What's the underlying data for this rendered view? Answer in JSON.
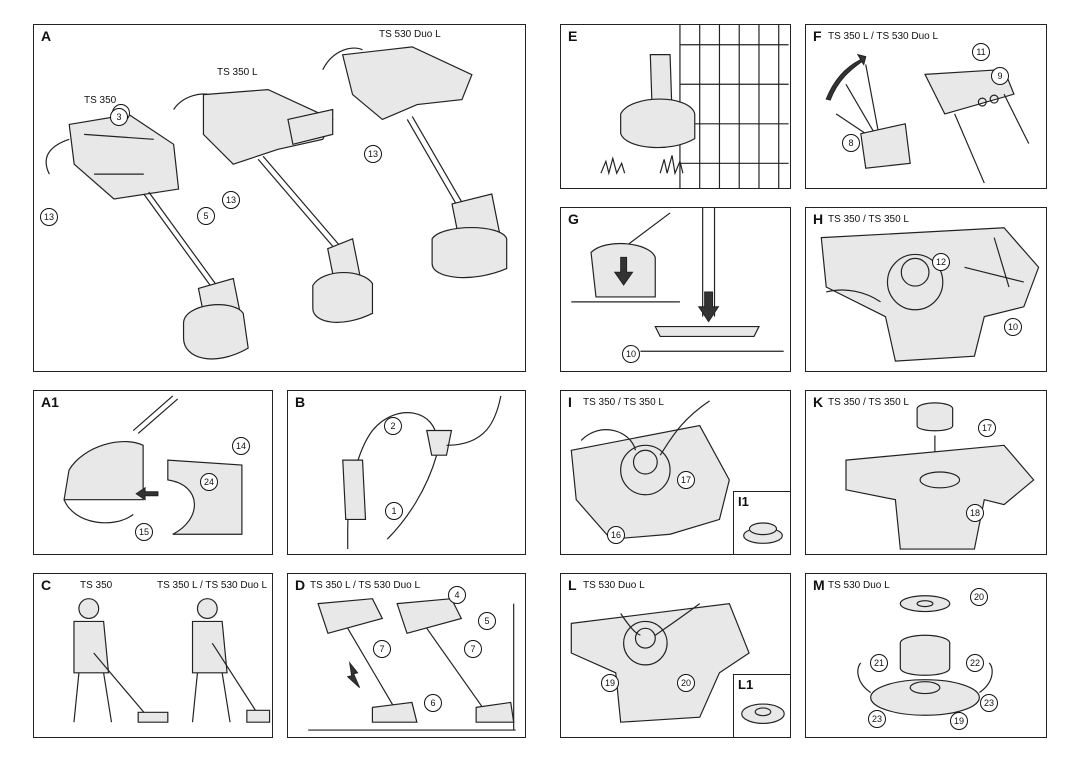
{
  "panels": {
    "A": {
      "letter": "A",
      "models": [
        "TS 350",
        "TS 350 L",
        "TS 530 Duo L"
      ],
      "callouts": [
        "4",
        "3",
        "13",
        "5",
        "13",
        "13"
      ]
    },
    "A1": {
      "letter": "A1",
      "callouts": [
        "14",
        "24",
        "15"
      ]
    },
    "B": {
      "letter": "B",
      "callouts": [
        "2",
        "1"
      ]
    },
    "C": {
      "letter": "C",
      "models": [
        "TS 350",
        "TS 350 L / TS 530 Duo L"
      ]
    },
    "D": {
      "letter": "D",
      "model": "TS 350 L / TS 530 Duo L",
      "callouts": [
        "4",
        "5",
        "7",
        "7",
        "6"
      ]
    },
    "E": {
      "letter": "E"
    },
    "F": {
      "letter": "F",
      "model": "TS 350 L / TS 530 Duo L",
      "callouts": [
        "11",
        "9",
        "8"
      ]
    },
    "G": {
      "letter": "G",
      "callouts": [
        "10"
      ]
    },
    "H": {
      "letter": "H",
      "model": "TS 350 / TS 350 L",
      "callouts": [
        "12",
        "10"
      ]
    },
    "I": {
      "letter": "I",
      "model": "TS 350 / TS 350 L",
      "callouts": [
        "17",
        "16"
      ],
      "inset": "I1"
    },
    "K": {
      "letter": "K",
      "model": "TS 350 / TS 350 L",
      "callouts": [
        "17",
        "18"
      ]
    },
    "L": {
      "letter": "L",
      "model": "TS 530 Duo L",
      "callouts": [
        "19",
        "20"
      ],
      "inset": "L1"
    },
    "M": {
      "letter": "M",
      "model": "TS 530 Duo L",
      "callouts": [
        "20",
        "21",
        "22",
        "23",
        "23",
        "19"
      ]
    }
  }
}
